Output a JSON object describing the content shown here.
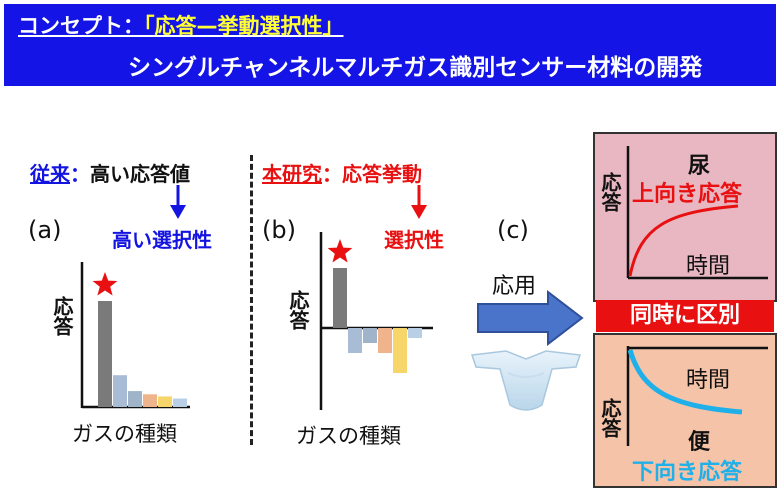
{
  "banner": {
    "concept_prefix": "コンセプト：",
    "concept_highlight": "「応答—挙動選択性」",
    "subtitle": "シングルチャンネルマルチガス識別センサー材料の開発"
  },
  "panel_a": {
    "letter": "(a)",
    "heading_em": "従来",
    "heading_colon": "：",
    "heading_rest": "高い応答値",
    "result": "高い選択性",
    "ylabel": "応答",
    "xlabel": "ガスの種類"
  },
  "panel_b": {
    "letter": "(b)",
    "heading_em": "本研究",
    "heading_colon": "：",
    "heading_rest": "応答挙動",
    "result": "選択性",
    "ylabel": "応答",
    "xlabel": "ガスの種類"
  },
  "panel_c": {
    "letter": "(c)",
    "arrow_label": "応用",
    "diff_label": "同時に区別",
    "top": {
      "title": "尿",
      "curve_label": "上向き応答",
      "ylabel": "応答",
      "xlabel": "時間"
    },
    "bottom": {
      "title": "便",
      "curve_label": "下向き応答",
      "ylabel": "応答",
      "xlabel": "時間"
    }
  },
  "colors": {
    "blue": "#1414e0",
    "red": "#e81010",
    "banner": "#1414e6",
    "highlight": "#ffff33",
    "pink_box": "#e8b7c2",
    "peach_box": "#f4c3a8",
    "curve_blue": "#1fb0ea",
    "arrow_blue": "#4a74c9"
  },
  "chart_data": [
    {
      "type": "bar",
      "series": [
        {
          "values": [
            10,
            3,
            1.5,
            1.2,
            1,
            0.8
          ]
        }
      ],
      "marker": "star on tallest bar"
    },
    {
      "type": "bar",
      "series": [
        {
          "values": [
            6,
            -2.5,
            -1.5,
            -2.5,
            -4.5,
            -1
          ]
        }
      ],
      "marker": "star on tallest bar"
    }
  ]
}
